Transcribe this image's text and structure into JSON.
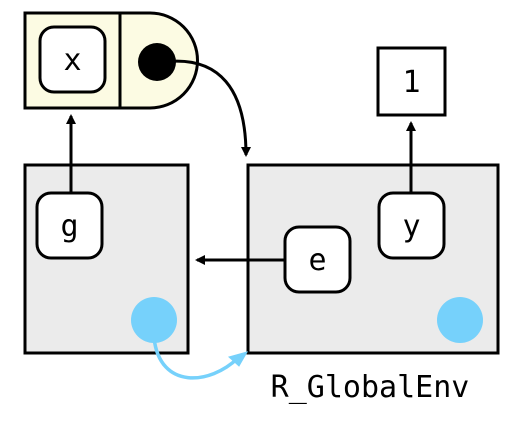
{
  "function": {
    "formals": [
      "x"
    ]
  },
  "environments": {
    "function_env": {
      "bindings": [
        "g"
      ]
    },
    "global_env": {
      "name": "R_GlobalEnv",
      "bindings": [
        "e",
        "y"
      ]
    }
  },
  "values": {
    "y_value": "1"
  },
  "colors": {
    "env_fill": "#ebebeb",
    "function_fill": "#fcfbe3",
    "parent_link": "#76d1fb",
    "stroke": "#000000"
  }
}
